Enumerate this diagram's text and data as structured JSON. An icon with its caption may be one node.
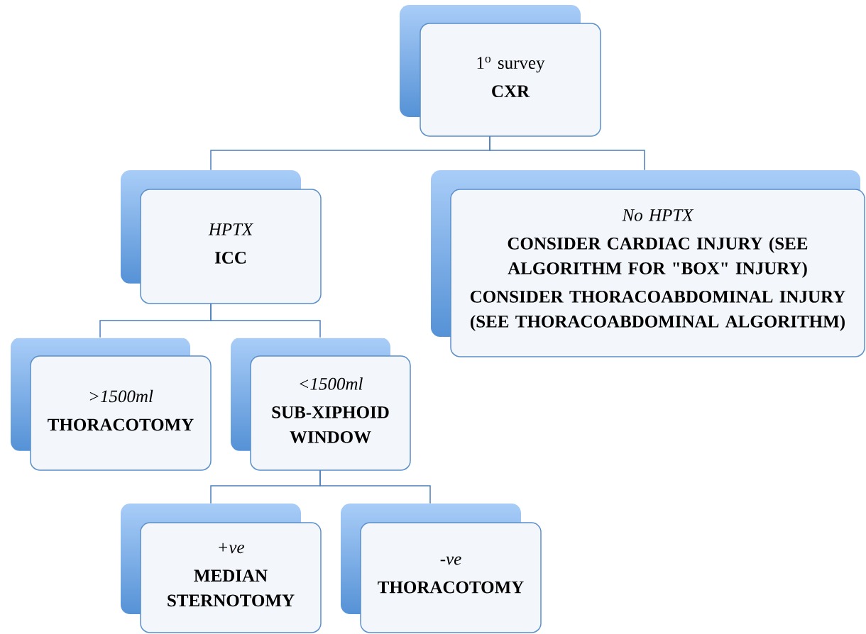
{
  "diagram": {
    "nodes": [
      {
        "text": [
          "1$^{o}$ survey",
          "CXR"
        ]
      },
      {
        "text": [
          "HPTX",
          "ICC"
        ]
      },
      {
        "text": [
          "No HPTX",
          "CONSIDER CARDIAC INJURY (SEE ALGORITHM FOR \"BOX\" INJURY)",
          "CONSIDER THORACOABDOMINAL INJURY (SEE THORACOABDOMINAL ALGORITHM)"
        ]
      },
      {
        "text": [
          ">1500ml",
          "THORACOTOMY"
        ]
      },
      {
        "text": [
          "<1500ml",
          "SUB-XIPHOID WINDOW"
        ]
      },
      {
        "text": [
          "+ve",
          "MEDIAN STERNOTOMY"
        ]
      },
      {
        "text": [
          "-ve",
          "THORACOTOMY"
        ]
      }
    ],
    "edges": [
      {
        "from": 0,
        "to": 1,
        "arrow": "none"
      },
      {
        "from": 0,
        "to": 2,
        "arrow": "none"
      },
      {
        "from": 1,
        "to": 3,
        "arrow": "none"
      },
      {
        "from": 1,
        "to": 4,
        "arrow": "none"
      },
      {
        "from": 4,
        "to": 5,
        "arrow": "none"
      },
      {
        "from": 4,
        "to": 6,
        "arrow": "none"
      }
    ]
  }
}
